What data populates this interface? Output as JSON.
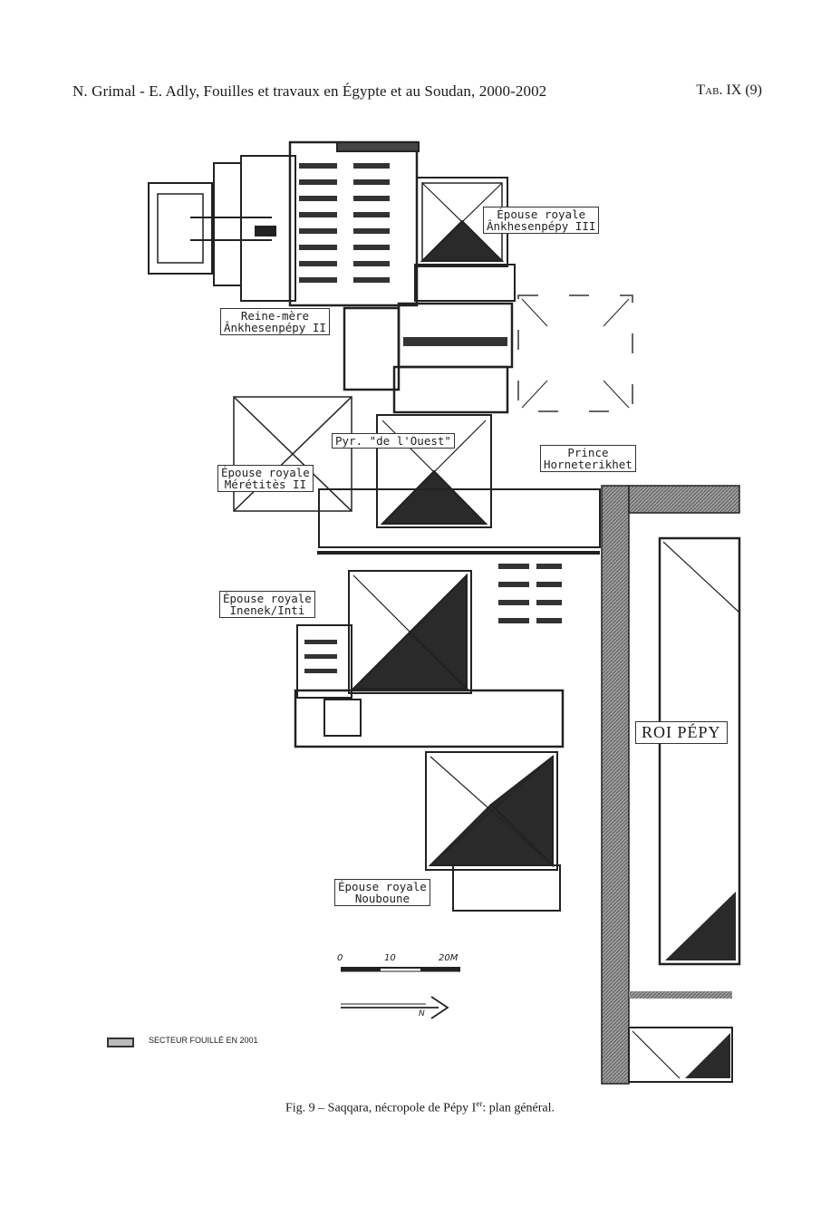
{
  "header": {
    "left": "N. Grimal - E. Adly, Fouilles et travaux en Égypte et au Soudan, 2000-2002",
    "right_prefix": "Tab.",
    "right_value": "IX (9)"
  },
  "labels": {
    "ankhesenpepy3": [
      "Épouse royale",
      "Ânkhesenpépy III"
    ],
    "reine_mere": [
      "Reine-mère",
      "Ânkhesenpépy II"
    ],
    "pyr_ouest": [
      "Pyr. \"de l'Ouest\""
    ],
    "prince": [
      "Prince",
      "Horneterikhet"
    ],
    "meretites": [
      "Épouse royale",
      "Mérétitès II"
    ],
    "inenek": [
      "Épouse royale",
      "Inenek/Inti"
    ],
    "nouboune": [
      "Épouse royale",
      "Nouboune"
    ],
    "roi": "ROI PÉPY"
  },
  "scale": {
    "zero": "0",
    "ten": "10",
    "twenty": "20M"
  },
  "north": "N",
  "legend": {
    "text": "SECTEUR FOUILLÉ EN 2001"
  },
  "caption": {
    "prefix": "Fig. 9 – Saqqara, nécropole de Pépy I",
    "sup": "er",
    "suffix": ": plan général."
  },
  "colors": {
    "ink": "#1a1a1a",
    "wall_gray": "#8a8a8a",
    "dark_face": "#2a2a2a"
  }
}
